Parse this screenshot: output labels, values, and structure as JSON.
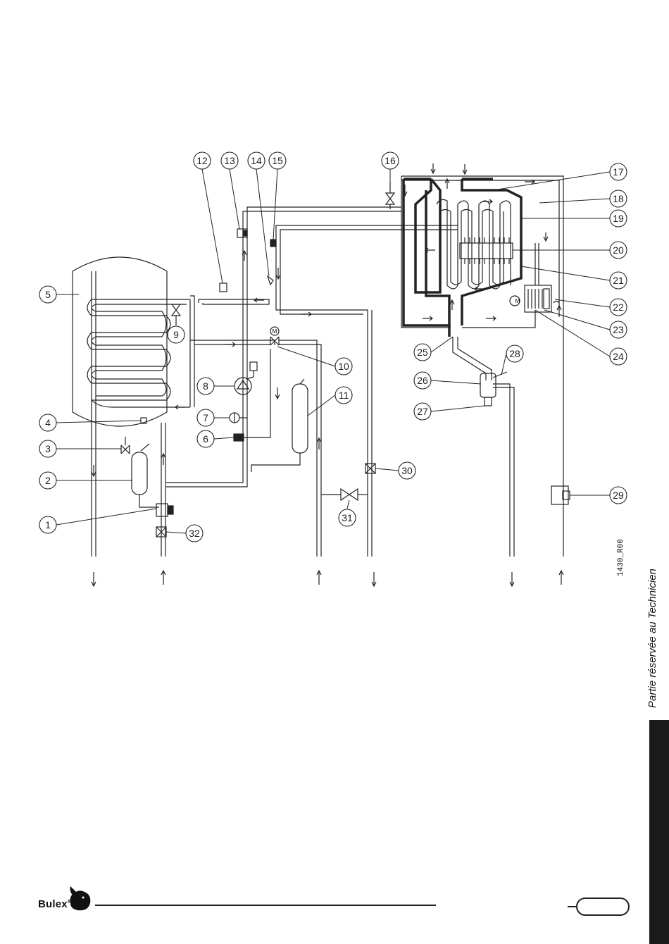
{
  "drawing_code": "1430_R00",
  "side_caption": "Partie réservée au Technicien",
  "brand": "Bulex",
  "brand_mark": "®",
  "page_number": "",
  "labels": [
    "1",
    "2",
    "3",
    "4",
    "5",
    "6",
    "7",
    "8",
    "9",
    "10",
    "11",
    "12",
    "13",
    "14",
    "15",
    "16",
    "17",
    "18",
    "19",
    "20",
    "21",
    "22",
    "23",
    "24",
    "25",
    "26",
    "27",
    "28",
    "29",
    "30",
    "31",
    "32"
  ],
  "motor_symbol": "M"
}
